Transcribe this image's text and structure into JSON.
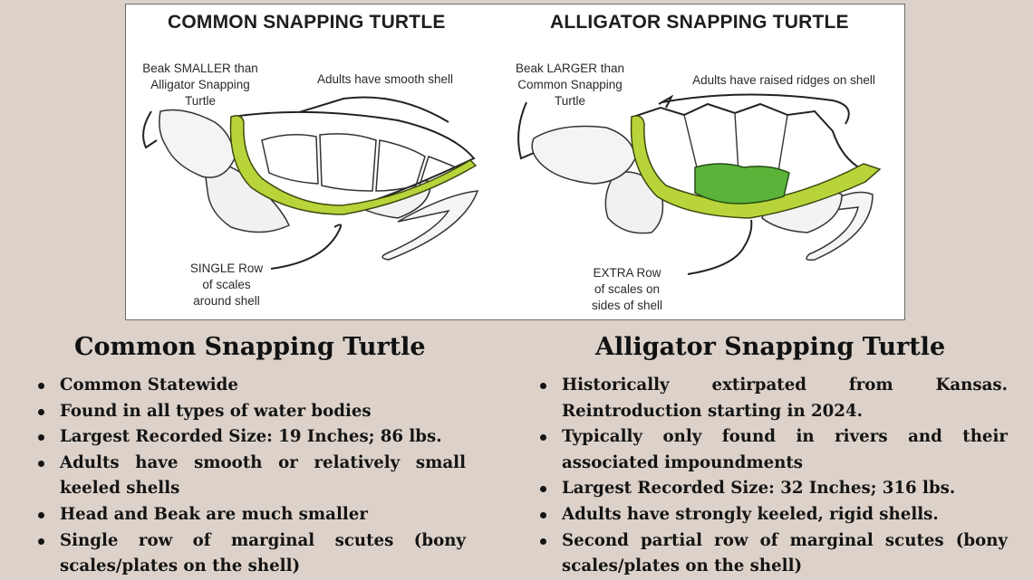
{
  "figure": {
    "colors": {
      "background": "#ffffff",
      "border": "#6b6b6b",
      "marginal_scutes": "#b9d43a",
      "extra_scutes": "#5bb33a",
      "line_art": "#222222"
    },
    "left": {
      "title": "COMMON SNAPPING TURTLE",
      "labels": {
        "beak": "Beak SMALLER than\nAlligator Snapping\nTurtle",
        "shell": "Adults have smooth shell",
        "scales": "SINGLE Row\nof scales\naround shell"
      },
      "illustration": "turtle-illustration-common"
    },
    "right": {
      "title": "ALLIGATOR SNAPPING TURTLE",
      "labels": {
        "beak": "Beak LARGER than\nCommon Snapping\nTurtle",
        "shell": "Adults have raised ridges on shell",
        "scales": "EXTRA Row\nof scales on\nsides of shell"
      },
      "illustration": "turtle-illustration-alligator"
    }
  },
  "page": {
    "background": "#dcd2c9"
  },
  "common": {
    "heading": "Common Snapping Turtle",
    "facts": [
      "Common Statewide",
      "Found in all types of water bodies",
      "Largest Recorded Size: 19 Inches; 86 lbs.",
      "Adults have smooth or relatively small keeled shells",
      "Head and Beak are much smaller",
      "Single row of marginal scutes (bony scales/plates on the shell)"
    ]
  },
  "alligator": {
    "heading": "Alligator Snapping Turtle",
    "facts": [
      "Historically extirpated from Kansas. Reintroduction starting in 2024.",
      "Typically only found in rivers and their associated impoundments",
      "Largest Recorded Size: 32 Inches; 316 lbs.",
      "Adults have strongly keeled, rigid shells.",
      "Second partial row of marginal scutes (bony scales/plates on the shell)"
    ]
  }
}
